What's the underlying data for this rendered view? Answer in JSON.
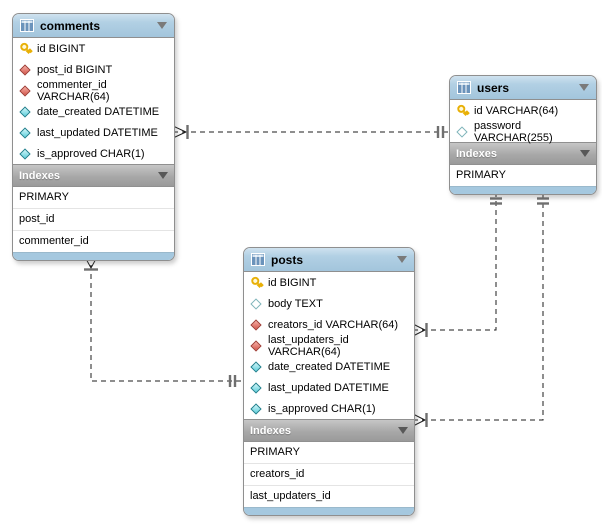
{
  "diagram": {
    "colors": {
      "table_header": "#a9c9de",
      "indexes_bar": "#a8a8a8",
      "footer_bar": "#a5c8df",
      "relationship_line": "#1c1c1c",
      "primary_key_icon": "#e8b007",
      "foreign_key_icon": "#d4564b",
      "not_null_icon": "#5fd0dc"
    },
    "tables": [
      {
        "name": "comments",
        "columns": [
          {
            "icon": "primary-key",
            "label": "id BIGINT"
          },
          {
            "icon": "foreign-key",
            "label": "post_id BIGINT"
          },
          {
            "icon": "foreign-key",
            "label": "commenter_id VARCHAR(64)"
          },
          {
            "icon": "not-null",
            "label": "date_created DATETIME"
          },
          {
            "icon": "not-null",
            "label": "last_updated DATETIME"
          },
          {
            "icon": "not-null",
            "label": "is_approved CHAR(1)"
          }
        ],
        "indexes_label": "Indexes",
        "indexes": [
          "PRIMARY",
          "post_id",
          "commenter_id"
        ]
      },
      {
        "name": "users",
        "columns": [
          {
            "icon": "primary-key",
            "label": "id VARCHAR(64)"
          },
          {
            "icon": "nullable",
            "label": "password VARCHAR(255)"
          }
        ],
        "indexes_label": "Indexes",
        "indexes": [
          "PRIMARY"
        ]
      },
      {
        "name": "posts",
        "columns": [
          {
            "icon": "primary-key",
            "label": "id BIGINT"
          },
          {
            "icon": "nullable",
            "label": "body TEXT"
          },
          {
            "icon": "foreign-key",
            "label": "creators_id VARCHAR(64)"
          },
          {
            "icon": "foreign-key",
            "label": "last_updaters_id VARCHAR(64)"
          },
          {
            "icon": "not-null",
            "label": "date_created DATETIME"
          },
          {
            "icon": "not-null",
            "label": "last_updated DATETIME"
          },
          {
            "icon": "not-null",
            "label": "is_approved CHAR(1)"
          }
        ],
        "indexes_label": "Indexes",
        "indexes": [
          "PRIMARY",
          "creators_id",
          "last_updaters_id"
        ]
      }
    ],
    "relationships": [
      {
        "from_table": "comments",
        "to_table": "users",
        "from_end": "many (crow's foot)",
        "to_end": "one (double bar)",
        "line_style": "dashed"
      },
      {
        "from_table": "comments",
        "to_table": "posts",
        "from_end": "many (crow's foot)",
        "to_end": "one (double bar)",
        "line_style": "dashed"
      },
      {
        "from_table": "posts",
        "to_table": "users",
        "from_end": "many (crow's foot)",
        "to_end": "one (double bar)",
        "line_style": "dashed"
      },
      {
        "from_table": "posts",
        "to_table": "users",
        "from_end": "many (crow's foot)",
        "to_end": "one (double bar)",
        "line_style": "dashed"
      }
    ]
  }
}
